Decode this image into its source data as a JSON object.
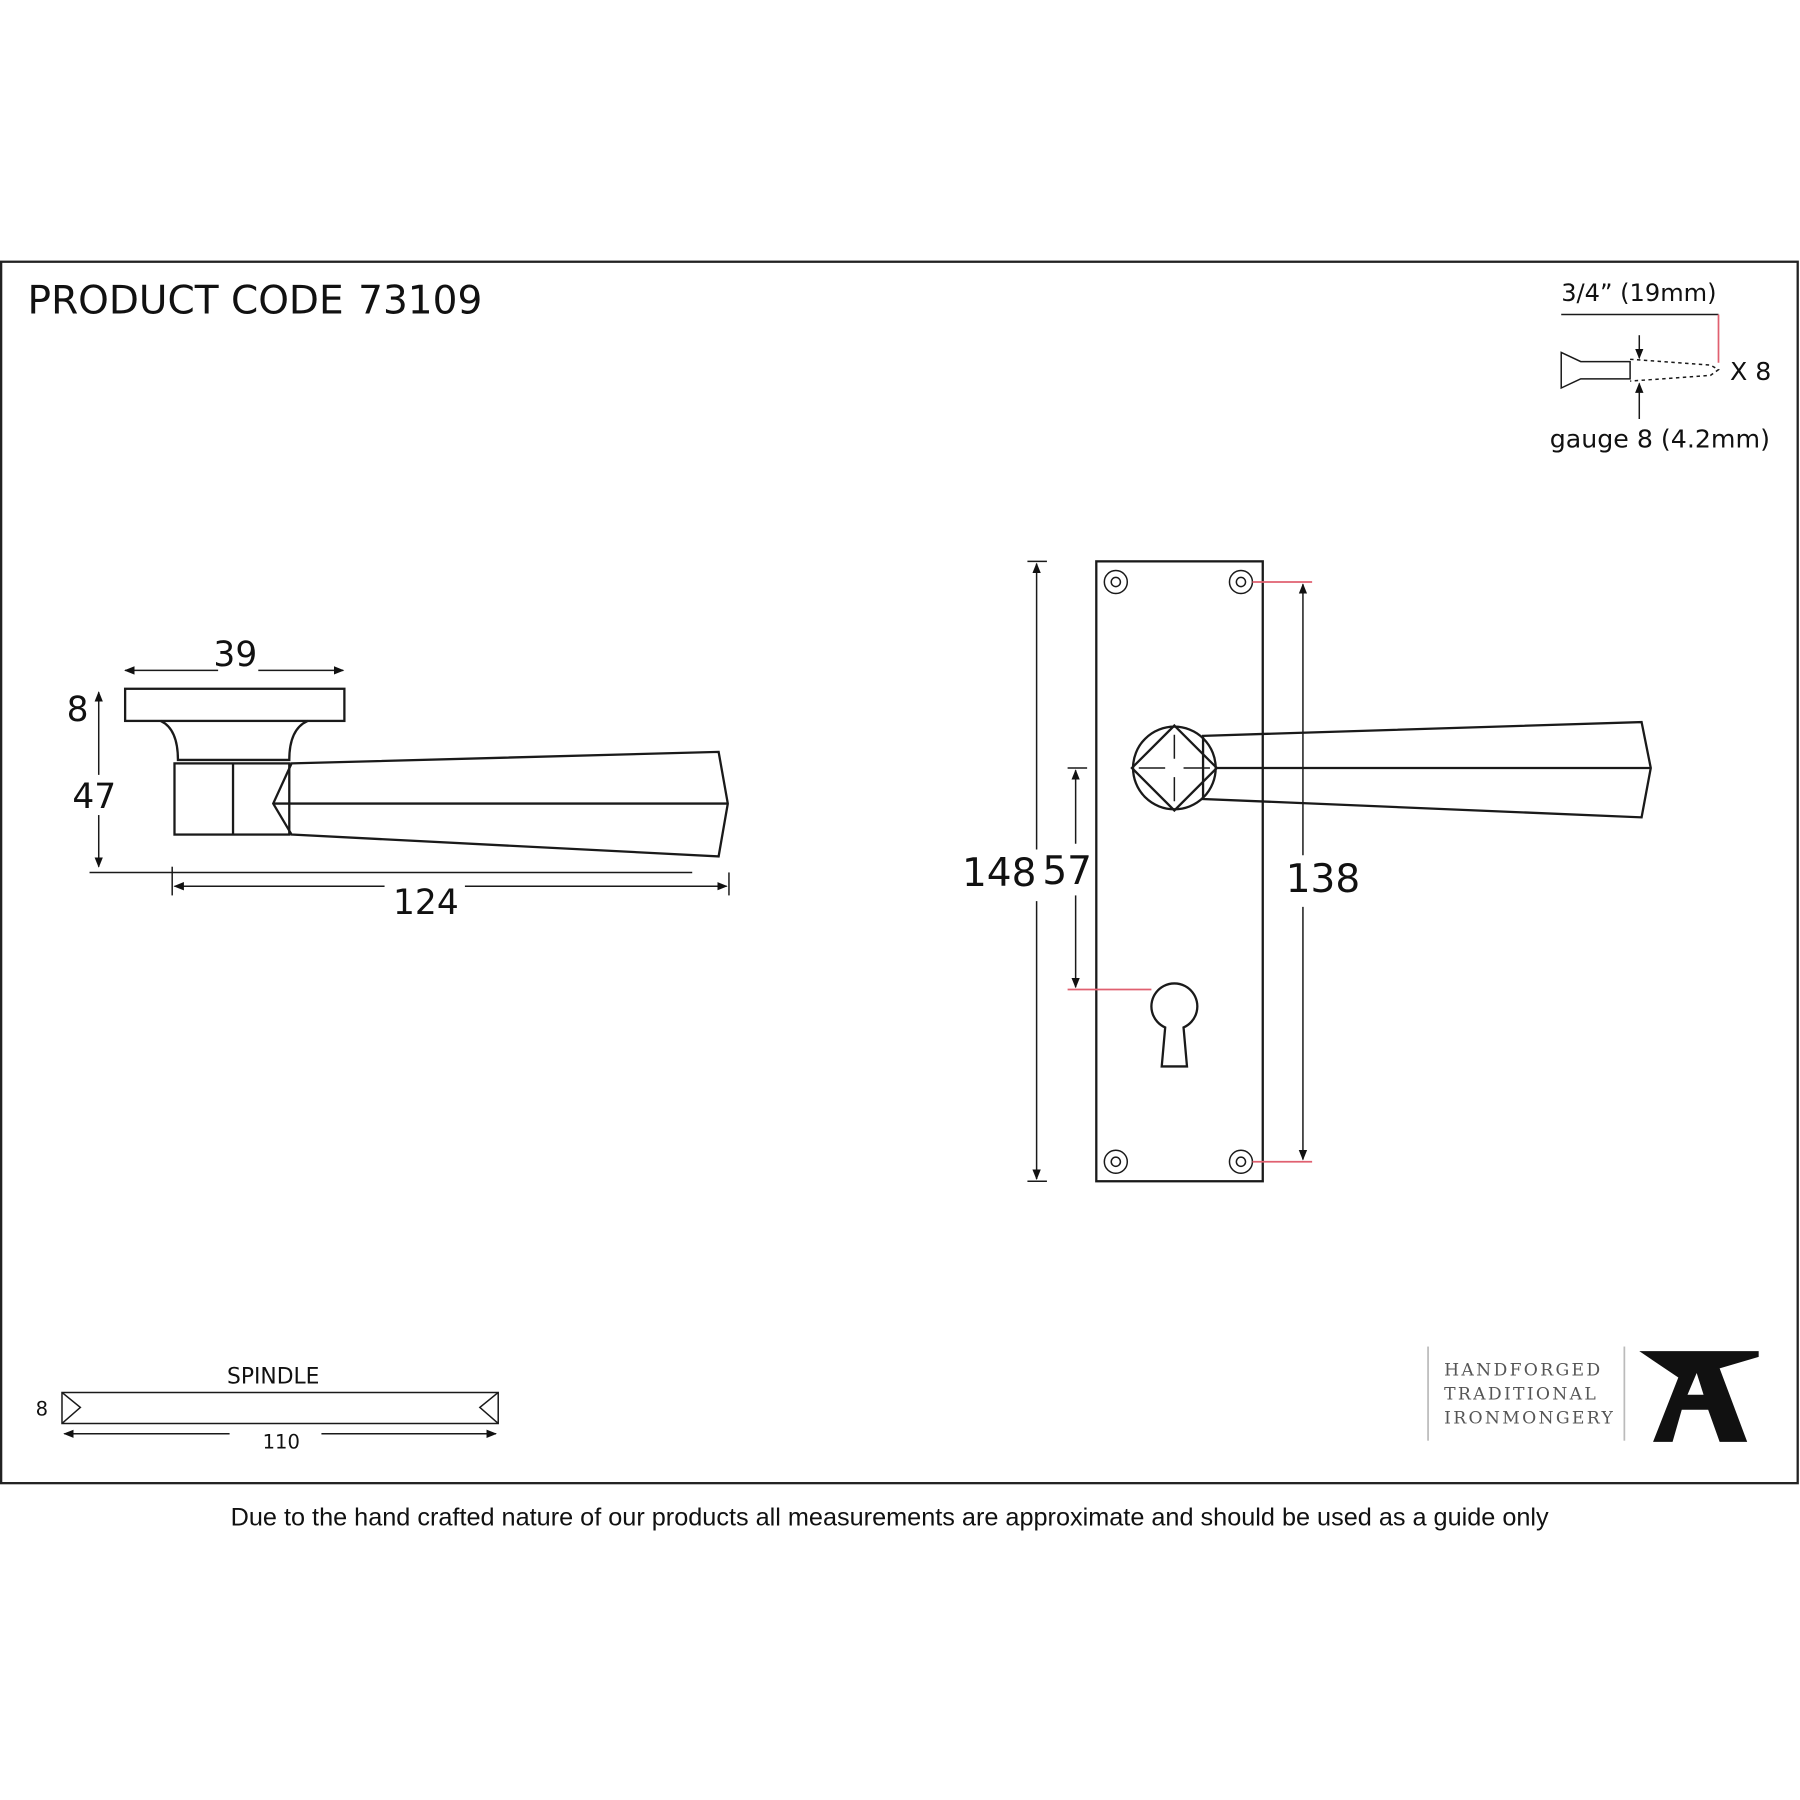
{
  "header": {
    "product_code_label": "PRODUCT CODE",
    "product_code": "73109"
  },
  "screw": {
    "length": "3/4” (19mm)",
    "quantity": "X 8",
    "gauge": "gauge 8 (4.2mm)"
  },
  "side_view": {
    "rose_diameter": "39",
    "rose_thickness": "8",
    "projection": "47",
    "lever_length": "124"
  },
  "front_view": {
    "plate_height": "148",
    "centre_to_keyhole": "57",
    "fixing_centres": "138"
  },
  "spindle": {
    "label": "SPINDLE",
    "size": "8",
    "length": "110"
  },
  "logo": {
    "line1": "HANDFORGED",
    "line2": "TRADITIONAL",
    "line3": "IRONMONGERY",
    "mark": "A"
  },
  "footer": {
    "disclaimer": "Due to the hand crafted nature of our products all measurements are approximate and should be used as a guide only"
  },
  "colors": {
    "line": "#1a1a1a",
    "accent_leader": "#e06070"
  }
}
